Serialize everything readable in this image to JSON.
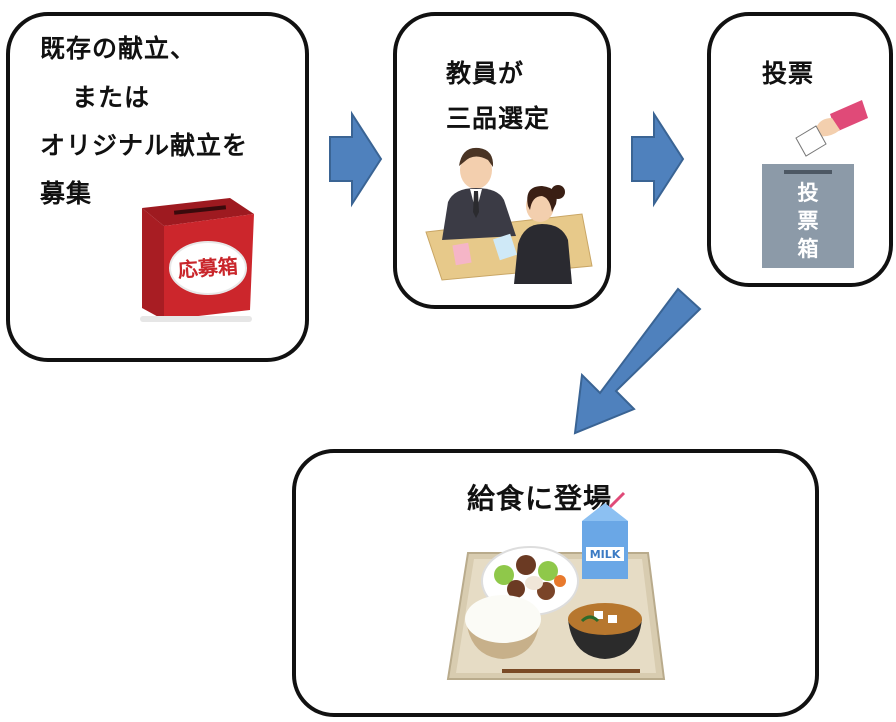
{
  "steps": {
    "collect": {
      "line1": "既存の献立、",
      "line2": "または",
      "line3": "オリジナル献立を",
      "line4": "募集",
      "box_label": "応募箱"
    },
    "select": {
      "line1": "教員が",
      "line2": "三品選定"
    },
    "vote": {
      "title": "投票",
      "ballot_label": [
        "投",
        "票",
        "箱"
      ]
    },
    "serve": {
      "title": "給食に登場",
      "milk_label": "MILK"
    }
  },
  "colors": {
    "arrow_fill": "#4f81bd",
    "arrow_stroke": "#3a6494",
    "outline": "#111111",
    "box_red": "#c9262b",
    "ballot_box": "#8c9aa8"
  }
}
